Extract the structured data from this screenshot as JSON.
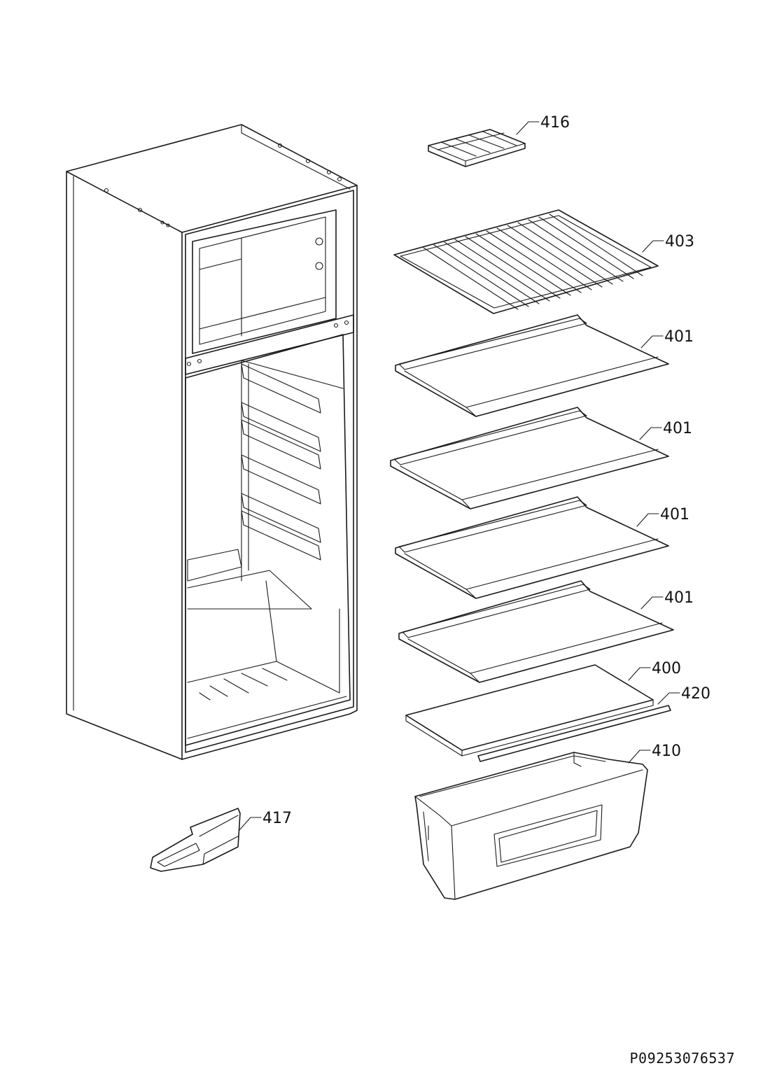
{
  "document_code": "P09253076537",
  "colors": {
    "line": "#1a1a1a",
    "background": "#ffffff"
  },
  "parts": [
    {
      "id": "cabinet",
      "number": ""
    },
    {
      "id": "ice-tray",
      "number": "416"
    },
    {
      "id": "wire-shelf",
      "number": "403"
    },
    {
      "id": "glass-shelf-1",
      "number": "401"
    },
    {
      "id": "glass-shelf-2",
      "number": "401"
    },
    {
      "id": "glass-shelf-3",
      "number": "401"
    },
    {
      "id": "glass-shelf-4",
      "number": "401"
    },
    {
      "id": "crisper-cover-glass",
      "number": "400"
    },
    {
      "id": "glass-trim-strip",
      "number": "420"
    },
    {
      "id": "crisper-drawer",
      "number": "410"
    },
    {
      "id": "ice-scraper",
      "number": "417"
    }
  ]
}
